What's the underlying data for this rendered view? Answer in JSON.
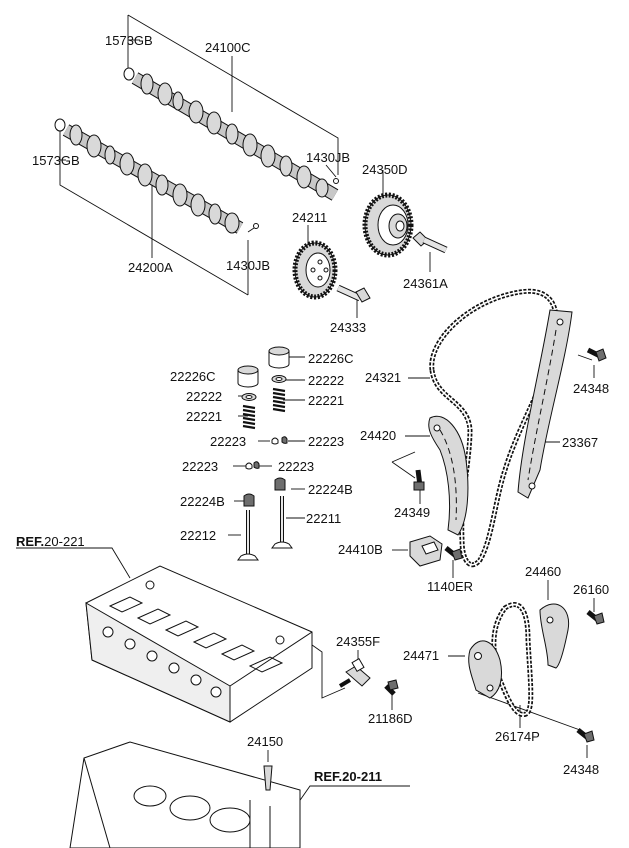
{
  "labels": [
    {
      "id": "l1",
      "text": "1573GB"
    },
    {
      "id": "l2",
      "text": "24100C"
    },
    {
      "id": "l3",
      "text": "1573GB"
    },
    {
      "id": "l4",
      "text": "1430JB"
    },
    {
      "id": "l5",
      "text": "24350D"
    },
    {
      "id": "l6",
      "text": "24211"
    },
    {
      "id": "l7",
      "text": "24200A"
    },
    {
      "id": "l8",
      "text": "1430JB"
    },
    {
      "id": "l9",
      "text": "24361A"
    },
    {
      "id": "l10",
      "text": "24333"
    },
    {
      "id": "l11",
      "text": "22226C"
    },
    {
      "id": "l12",
      "text": "22226C"
    },
    {
      "id": "l13",
      "text": "22222"
    },
    {
      "id": "l14",
      "text": "22222"
    },
    {
      "id": "l15",
      "text": "22221"
    },
    {
      "id": "l16",
      "text": "22221"
    },
    {
      "id": "l17",
      "text": "22223"
    },
    {
      "id": "l18",
      "text": "22223"
    },
    {
      "id": "l19",
      "text": "22223"
    },
    {
      "id": "l20",
      "text": "22223"
    },
    {
      "id": "l21",
      "text": "22224B"
    },
    {
      "id": "l22",
      "text": "22224B"
    },
    {
      "id": "l23",
      "text": "22212"
    },
    {
      "id": "l24",
      "text": "22211"
    },
    {
      "id": "l25",
      "text": "24321"
    },
    {
      "id": "l26",
      "text": "24348"
    },
    {
      "id": "l27",
      "text": "24420"
    },
    {
      "id": "l28",
      "text": "23367"
    },
    {
      "id": "l29",
      "text": "24349"
    },
    {
      "id": "l30",
      "text": "24410B"
    },
    {
      "id": "l31",
      "text": "1140ER"
    },
    {
      "id": "l32",
      "text": "24460"
    },
    {
      "id": "l33",
      "text": "26160"
    },
    {
      "id": "l34",
      "text": "24471"
    },
    {
      "id": "l35",
      "text": "24355F"
    },
    {
      "id": "l36",
      "text": "21186D"
    },
    {
      "id": "l37",
      "text": "26174P"
    },
    {
      "id": "l38",
      "text": "24348"
    },
    {
      "id": "l39",
      "text": "24150"
    }
  ],
  "refs": [
    {
      "id": "r1",
      "prefix": "REF.",
      "code": "20-221"
    },
    {
      "id": "r2",
      "prefix": "REF.",
      "code": "20-211"
    }
  ]
}
